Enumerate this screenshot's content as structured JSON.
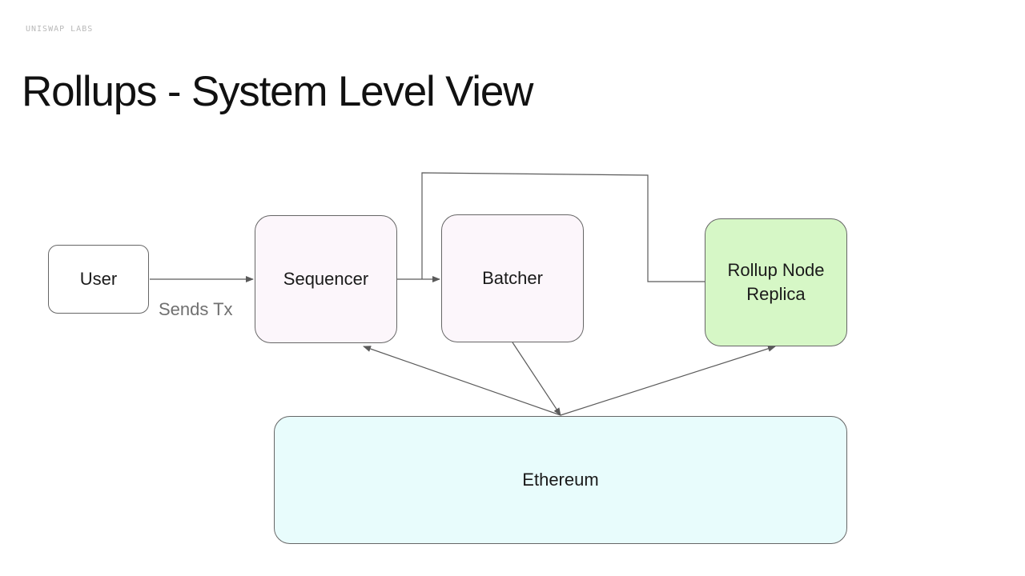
{
  "header": {
    "brand": "UNISWAP LABS",
    "title": "Rollups - System Level View"
  },
  "diagram": {
    "nodes": [
      {
        "id": "user",
        "label": "User"
      },
      {
        "id": "sequencer",
        "label": "Sequencer"
      },
      {
        "id": "batcher",
        "label": "Batcher"
      },
      {
        "id": "replica",
        "label": "Rollup Node\nReplica"
      },
      {
        "id": "ethereum",
        "label": "Ethereum"
      }
    ],
    "edges": [
      {
        "from": "user",
        "to": "sequencer",
        "label": "Sends Tx"
      },
      {
        "from": "sequencer",
        "to": "batcher",
        "label": ""
      },
      {
        "from": "sequencer",
        "to": "replica",
        "label": ""
      },
      {
        "from": "batcher",
        "to": "ethereum",
        "label": ""
      },
      {
        "from": "ethereum",
        "to": "sequencer",
        "label": ""
      },
      {
        "from": "ethereum",
        "to": "replica",
        "label": ""
      }
    ]
  }
}
